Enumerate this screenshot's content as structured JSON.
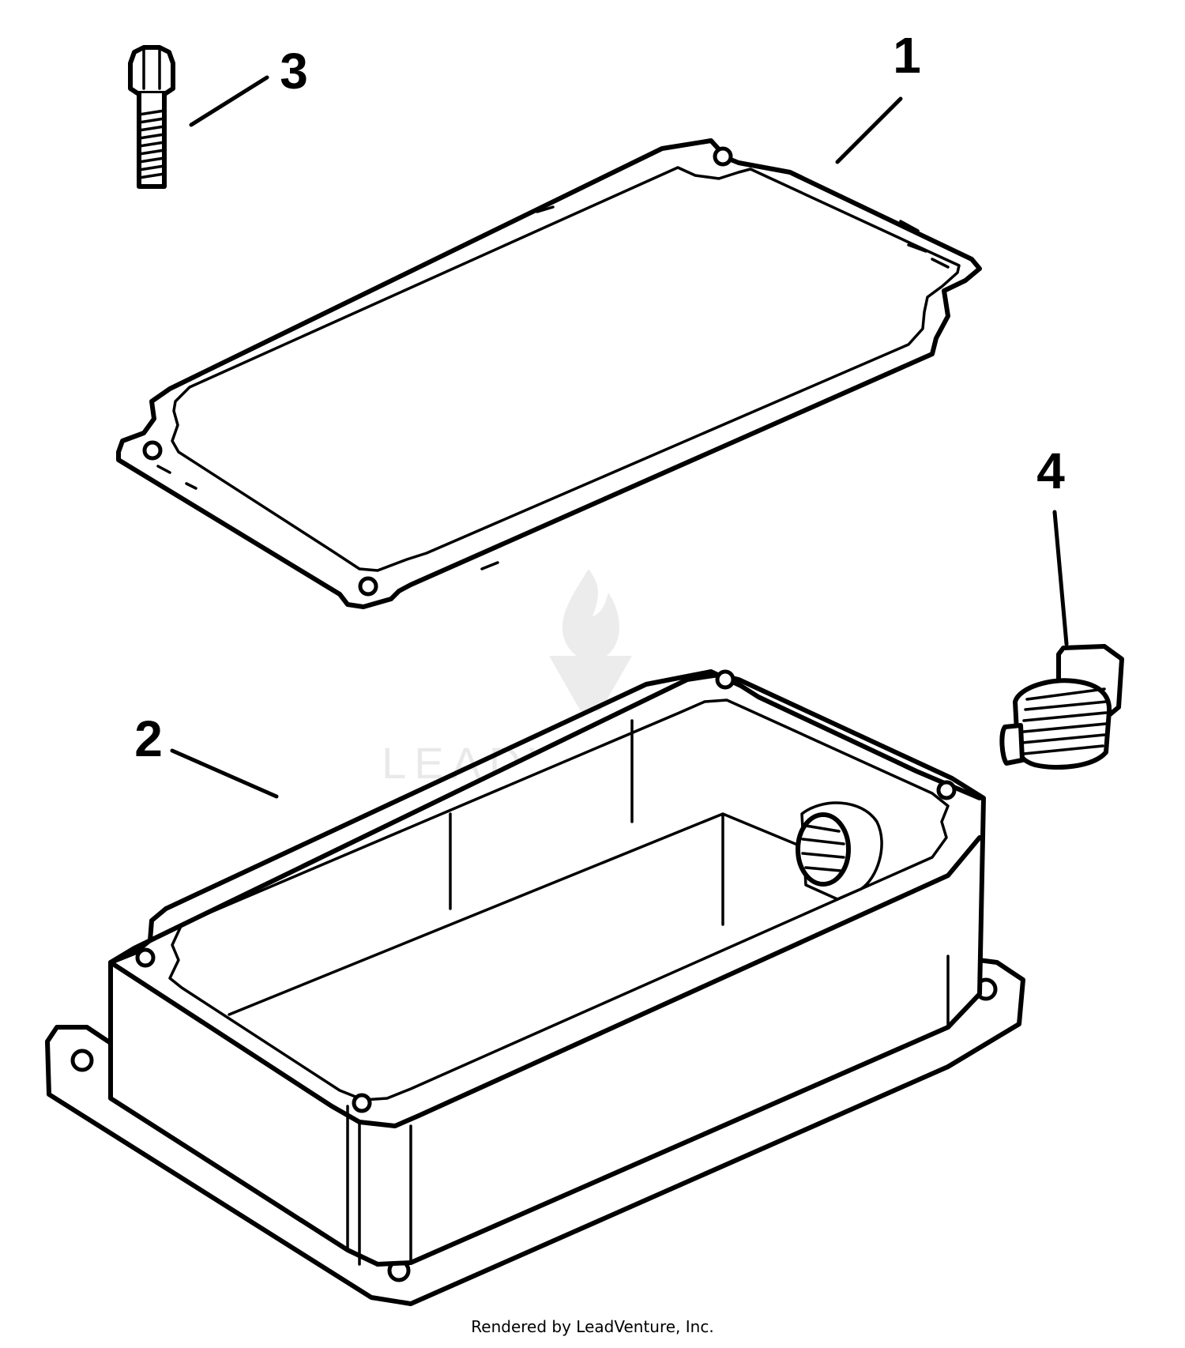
{
  "callouts": [
    {
      "id": "gasket",
      "number": "1"
    },
    {
      "id": "housing",
      "number": "2"
    },
    {
      "id": "screw",
      "number": "3"
    },
    {
      "id": "plug",
      "number": "4"
    }
  ],
  "watermark": {
    "brand": "LEADVENTURE",
    "logo": "leadventure-flame-logo"
  },
  "footer": {
    "credit": "Rendered by LeadVenture, Inc."
  },
  "colors": {
    "ink": "#000000",
    "paper": "#ffffff",
    "watermark": "#e9e9e9"
  }
}
